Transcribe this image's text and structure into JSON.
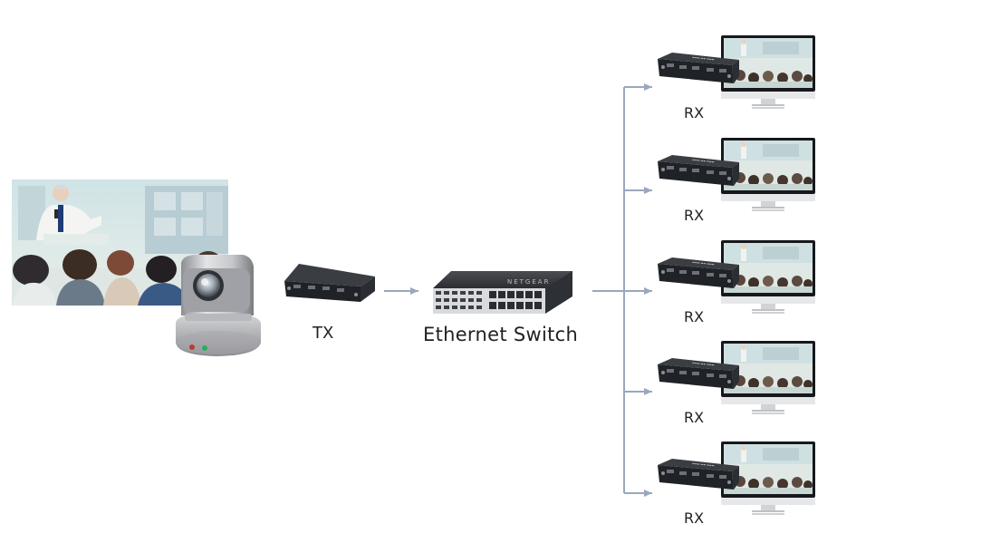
{
  "labels": {
    "tx": "TX",
    "switch": "Ethernet Switch",
    "rx": [
      "RX",
      "RX",
      "RX",
      "RX",
      "RX"
    ]
  },
  "colors": {
    "connector": "#9aa8bd",
    "device": "#1f2226",
    "screen_bezel": "#16181b",
    "label": "#222222"
  },
  "icons": [
    "presenter-photo",
    "ptz-camera-icon",
    "transmitter-box-icon",
    "network-switch-icon",
    "receiver-box-icon",
    "monitor-icon"
  ]
}
